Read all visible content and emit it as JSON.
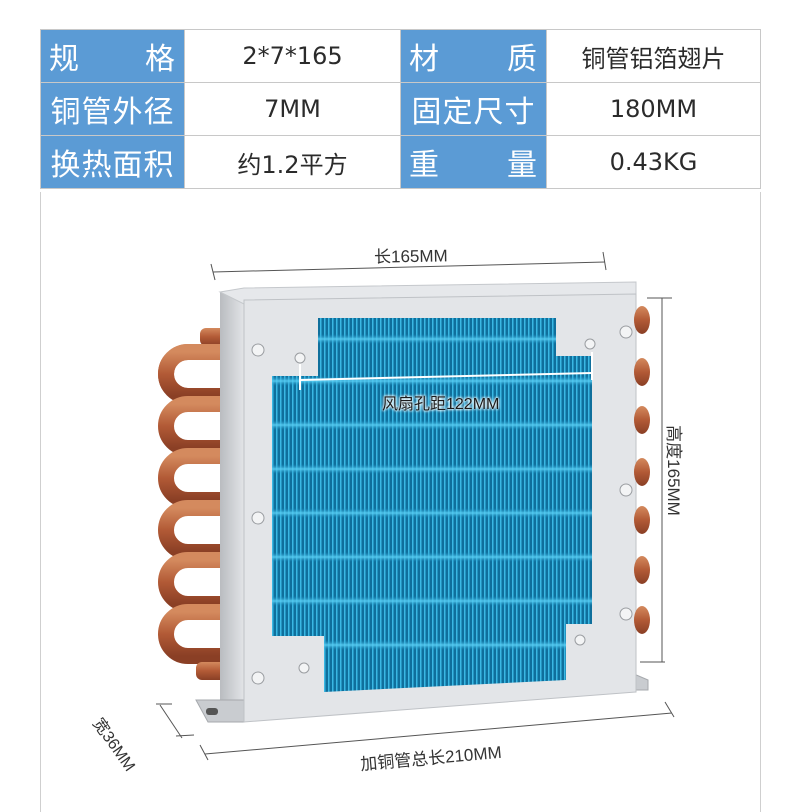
{
  "spec_table": {
    "rows": [
      {
        "label_left": "规格",
        "value_left": "2*7*165",
        "label_right": "材质",
        "value_right": "铜管铝箔翅片"
      },
      {
        "label_left": "铜管外径",
        "value_left": "7MM",
        "label_right": "固定尺寸",
        "value_right": "180MM"
      },
      {
        "label_left": "换热面积",
        "value_left": "约1.2平方",
        "label_right": "重量",
        "value_right": "0.43KG"
      }
    ]
  },
  "product_image": {
    "subject": "copper-tube aluminum-fin heat exchanger",
    "dimensions": {
      "length": "长165MM",
      "fan_hole_spacing": "风扇孔距122MM",
      "height": "高度165MM",
      "width": "宽36MM",
      "total_length_with_tubes": "加铜管总长210MM"
    }
  },
  "colors": {
    "header_blue": "#5b9bd5",
    "fin_blue": "#1fa6d6",
    "copper": "#b8643e",
    "frame_silver": "#dcdfe3"
  }
}
